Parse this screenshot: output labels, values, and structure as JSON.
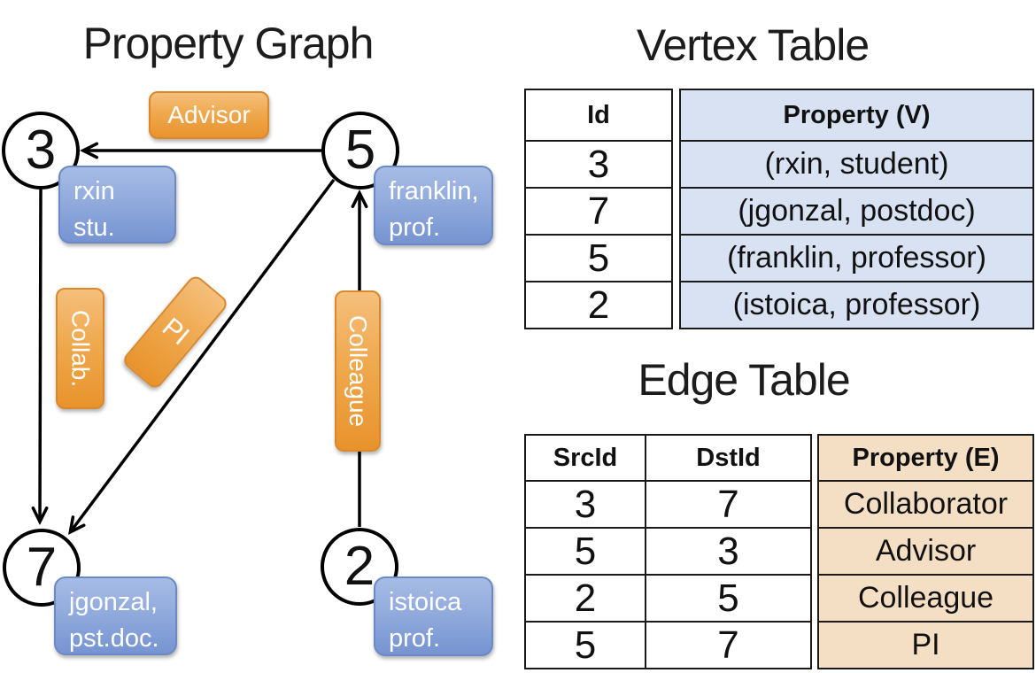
{
  "colors": {
    "edge_label_orange": "#E8932D",
    "edge_label_orange_light": "#F5BF7C",
    "vertex_prop_blue": "#7694D2",
    "vertex_prop_blue_light": "#A6BCE6",
    "vertex_table_fill": "#D9E2F3",
    "edge_table_fill": "#F5DFC4",
    "line_color": "#000000"
  },
  "graph": {
    "title": "Property Graph",
    "nodes": [
      {
        "id": "3",
        "prop_line1": "rxin",
        "prop_line2": "stu."
      },
      {
        "id": "5",
        "prop_line1": "franklin,",
        "prop_line2": "prof."
      },
      {
        "id": "7",
        "prop_line1": "jgonzal,",
        "prop_line2": "pst.doc."
      },
      {
        "id": "2",
        "prop_line1": "istoica",
        "prop_line2": "prof."
      }
    ],
    "edge_labels": [
      {
        "label": "Advisor"
      },
      {
        "label": "Collab."
      },
      {
        "label": "PI"
      },
      {
        "label": "Colleague"
      }
    ]
  },
  "vertex_table": {
    "title": "Vertex Table",
    "columns": {
      "id": "Id",
      "property": "Property (V)"
    },
    "rows": [
      {
        "id": "3",
        "property": "(rxin, student)"
      },
      {
        "id": "7",
        "property": "(jgonzal, postdoc)"
      },
      {
        "id": "5",
        "property": "(franklin, professor)"
      },
      {
        "id": "2",
        "property": "(istoica, professor)"
      }
    ]
  },
  "edge_table": {
    "title": "Edge Table",
    "columns": {
      "src": "SrcId",
      "dst": "DstId",
      "property": "Property (E)"
    },
    "rows": [
      {
        "src": "3",
        "dst": "7",
        "property": "Collaborator"
      },
      {
        "src": "5",
        "dst": "3",
        "property": "Advisor"
      },
      {
        "src": "2",
        "dst": "5",
        "property": "Colleague"
      },
      {
        "src": "5",
        "dst": "7",
        "property": "PI"
      }
    ]
  }
}
